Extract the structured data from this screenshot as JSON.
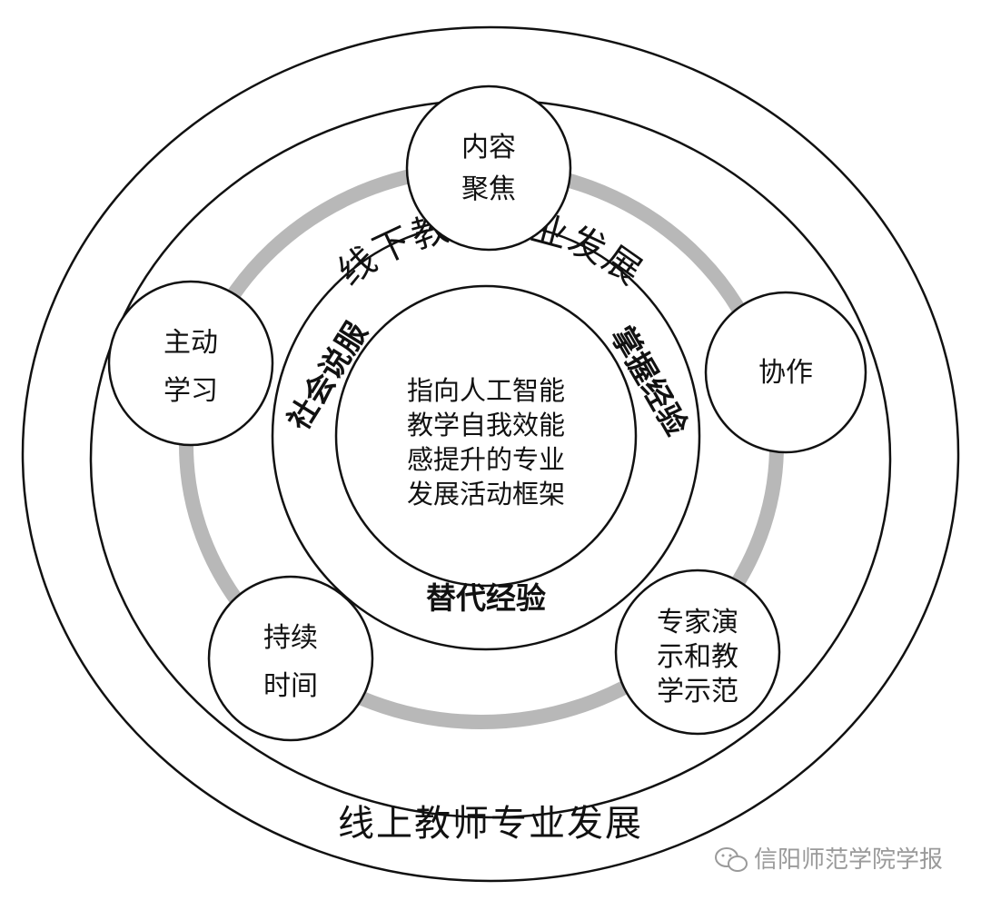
{
  "outer_ring": {
    "top_label": "线下教师专业发展",
    "bottom_label": "线上教师专业发展"
  },
  "inner_ring": {
    "left_label": "社会说服",
    "right_label": "掌握经验",
    "bottom_label": "替代经验"
  },
  "center": {
    "lines": [
      "指向人工智能",
      "教学自我效能",
      "感提升的专业",
      "发展活动框架"
    ]
  },
  "nodes": {
    "top": [
      "内容",
      "聚焦"
    ],
    "left": [
      "主动",
      "学习"
    ],
    "right": [
      "协作"
    ],
    "bottom_left": [
      "持续",
      "时间"
    ],
    "bottom_right": [
      "专家演",
      "示和教",
      "学示范"
    ]
  },
  "watermark": {
    "icon": "wechat-icon",
    "text": "信阳师范学院学报"
  },
  "colors": {
    "line": "#111111",
    "gray_band": "#b8b8b8"
  }
}
